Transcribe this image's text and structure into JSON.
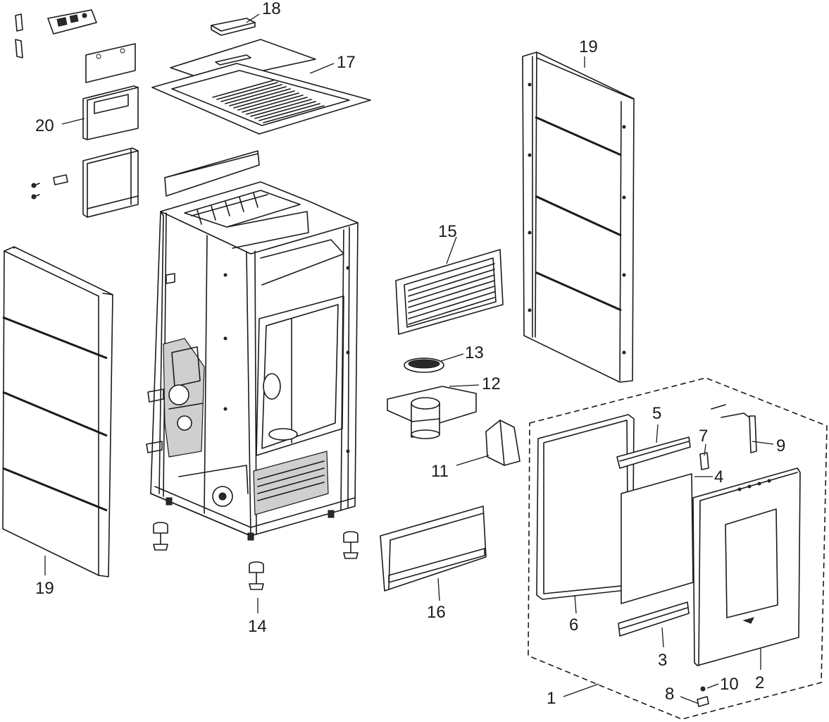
{
  "labels": {
    "p1": "1",
    "p2": "2",
    "p3": "3",
    "p4": "4",
    "p5": "5",
    "p6": "6",
    "p7": "7",
    "p8": "8",
    "p9": "9",
    "p10": "10",
    "p11": "11",
    "p12": "12",
    "p13": "13",
    "p14": "14",
    "p15": "15",
    "p16": "16",
    "p17": "17",
    "p18": "18",
    "p19_right": "19",
    "p19_left": "19",
    "p20": "20"
  },
  "colors": {
    "line": "#1a1a1a",
    "background": "#ffffff"
  }
}
